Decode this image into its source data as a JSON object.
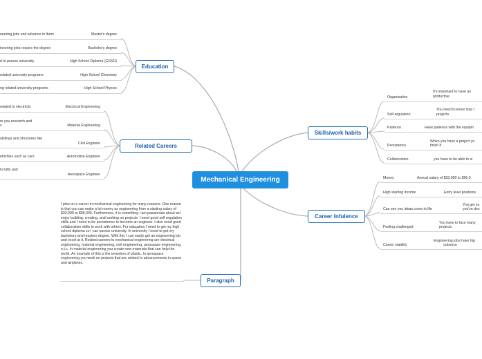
{
  "central": {
    "title": "Mechanical Engineering"
  },
  "education": {
    "label": "Education",
    "items": [
      {
        "title": "Master's degree",
        "detail": "neering jobs and advance in them"
      },
      {
        "title": "Bachelor's degree",
        "detail": "ineering jobs require the degree"
      },
      {
        "title": "High School Diploma (GSSD)",
        "detail": "d to pursue university"
      },
      {
        "title": "High School Chemistry",
        "detail": "related university programs"
      },
      {
        "title": "High School Physics",
        "detail": "ng related university programs"
      }
    ]
  },
  "related_careers": {
    "label": "Related Careers",
    "items": [
      {
        "title": "Electrical Engineering",
        "detail": [
          "related to electricity"
        ]
      },
      {
        "title": "Material Engineering",
        "detail": [
          "re you research and",
          "s"
        ]
      },
      {
        "title": "Civil Engineer",
        "detail": [
          "uildings and structures like"
        ]
      },
      {
        "title": "Automotive Engineer",
        "detail": [
          "ehichles such as cars"
        ]
      },
      {
        "title": "Aerospace Engineer",
        "detail": [
          "ircrafts and"
        ]
      }
    ]
  },
  "skills": {
    "label": "Skills/work habits",
    "items": [
      {
        "title": "Organization",
        "detail": [
          "It's important to have an",
          "productive"
        ]
      },
      {
        "title": "Self-regulation",
        "detail": [
          "You need to know how t",
          "projects"
        ]
      },
      {
        "title": "Patience",
        "detail": [
          "Have patience with the equipm"
        ]
      },
      {
        "title": "Persistence",
        "detail": [
          "When you have a project yo",
          "finish it"
        ]
      },
      {
        "title": "Collaboration",
        "detail": [
          "you have to be able to w"
        ]
      }
    ]
  },
  "career_influence": {
    "label": "Career Infulence",
    "items": [
      {
        "title": "Money",
        "detail": [
          "Annual salary of $33,000 to $96,0"
        ]
      },
      {
        "title": "High starting income",
        "detail": [
          "Entry level positions"
        ]
      },
      {
        "title": "Can see you ideas come to life",
        "detail": [
          "You get so",
          "you've des"
        ]
      },
      {
        "title": "Feeling challenged",
        "detail": [
          "You have to face many",
          "projects"
        ]
      },
      {
        "title": "Career stability",
        "detail": [
          "Engineering jobs have hig",
          "outsorce"
        ]
      }
    ]
  },
  "paragraph": {
    "label": "Paragraph",
    "text": "I plan on a career in  mechanical engineering for many reasons. One reason is that you can make a lot money as engineering from a starting salary of $33,000 to $96,000. Furthermore, it is something I am passionate about as I enjoy building, creating, and working on projects. I need good self regulation skills and I need to be persistence to become an engineer. I also need good collaboration skills to work with others. For education I need to get my high school diploma so I can pursue university. In university I need to get my bachelors and masters degree. With this I can easily get an engineering job and excel at it. Related careers to mechanical engineering are electrical engineering, material engineering, civil engineering, aerospace engineering, e.t.c. In material engineering you create new materials that can help the world. An example of this is the invention of plastic. In aerospace engineering you work on projects that are related to advancements in space and airplanes."
  }
}
